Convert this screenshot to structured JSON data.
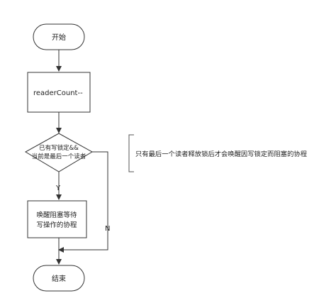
{
  "nodes": {
    "start": {
      "label": "开始"
    },
    "process": {
      "label": "readerCount--"
    },
    "decision": {
      "line1": "已有写锁定&&",
      "line2": "当前是最后一个读者"
    },
    "wake": {
      "line1": "唤醒阻塞等待",
      "line2": "写操作的协程"
    },
    "end": {
      "label": "结束"
    }
  },
  "edges": {
    "yes_label": "Y",
    "no_label": "N"
  },
  "annotation": {
    "text": "只有最后一个读者释放锁后才会唤醒因写锁定而阻塞的协程"
  }
}
